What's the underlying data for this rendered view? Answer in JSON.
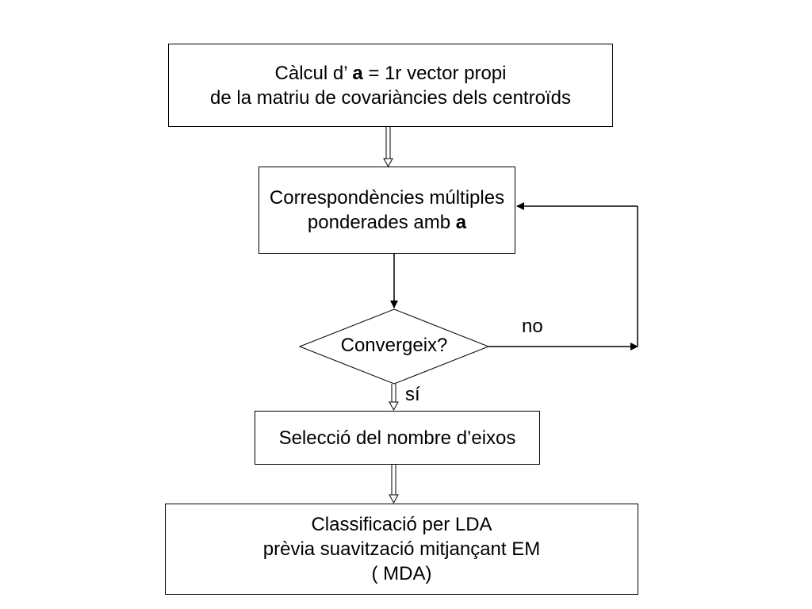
{
  "nodes": {
    "calc": {
      "line1_pre": "Càlcul d’ ",
      "line1_bold": "a",
      "line1_post": " = 1r vector propi",
      "line2": "de la matriu de covariàncies dels centroïds"
    },
    "corr": {
      "line1": "Correspondències múltiples",
      "line2_pre": "ponderades amb ",
      "line2_bold": "a"
    },
    "decision": {
      "label": "Convergeix?"
    },
    "select": {
      "label": "Selecció del nombre d’eixos"
    },
    "classify": {
      "line1": "Classificació per LDA",
      "line2": "prèvia suavització mitjançant EM",
      "line3": "( MDA)"
    }
  },
  "edges": {
    "no_label": "no",
    "yes_label": "sí"
  }
}
